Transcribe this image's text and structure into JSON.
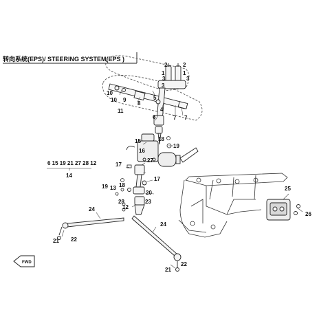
{
  "title": "转向系统(EPS)/ STEERING SYSTEM(EPS )",
  "direction_label": "FWD",
  "kit_group": {
    "contents": "6 15 19 21 27 28 12",
    "number": "14"
  },
  "callouts": {
    "c2a": "2",
    "c1a": "1",
    "c2b": "2",
    "c1b": "1",
    "c3a": "3",
    "c3b": "3",
    "c3c": "3",
    "c10a": "10",
    "c10b": "10",
    "c9": "9",
    "c8": "8",
    "c5": "5",
    "c4": "4",
    "c7a": "7",
    "c7b": "7",
    "c11": "11",
    "c6": "6",
    "c18a": "18",
    "c19a": "19",
    "c15": "15",
    "c16": "16",
    "c27": "27",
    "c17a": "17",
    "c18b": "18",
    "c17b": "17",
    "c19b": "19",
    "c13": "13",
    "c20": "20",
    "c23": "23",
    "c28": "28",
    "c12": "12",
    "c24a": "24",
    "c21a": "21",
    "c22a": "22",
    "c24b": "24",
    "c21b": "21",
    "c22b": "22",
    "c25": "25",
    "c26": "26"
  }
}
